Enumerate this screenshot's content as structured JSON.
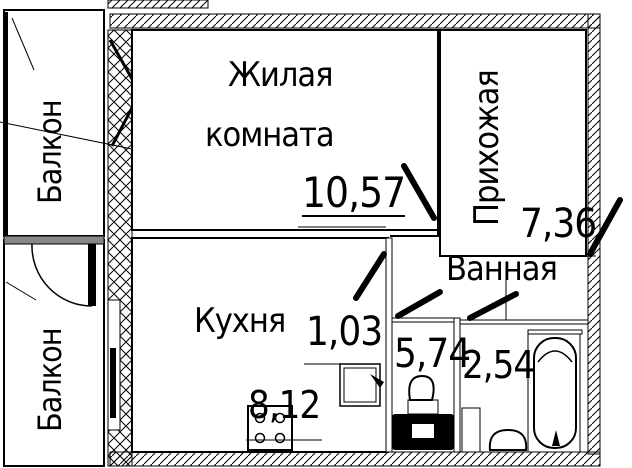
{
  "plan": {
    "rooms": [
      {
        "id": "living",
        "name_line1": "Жилая",
        "name_line2": "комната",
        "area": "10,57"
      },
      {
        "id": "hall",
        "name": "Прихожая",
        "area": "7,36"
      },
      {
        "id": "bath",
        "name": "Ванная",
        "area": "2,54"
      },
      {
        "id": "kitchen",
        "name": "Кухня",
        "area": "8,12"
      },
      {
        "id": "closet",
        "area": "1,03"
      },
      {
        "id": "wc",
        "area": "5,74"
      },
      {
        "id": "balcony_top",
        "name": "Балкон"
      },
      {
        "id": "balcony_bottom",
        "name": "Балкон"
      }
    ],
    "colors": {
      "line": "#000000",
      "background": "#ffffff"
    }
  }
}
